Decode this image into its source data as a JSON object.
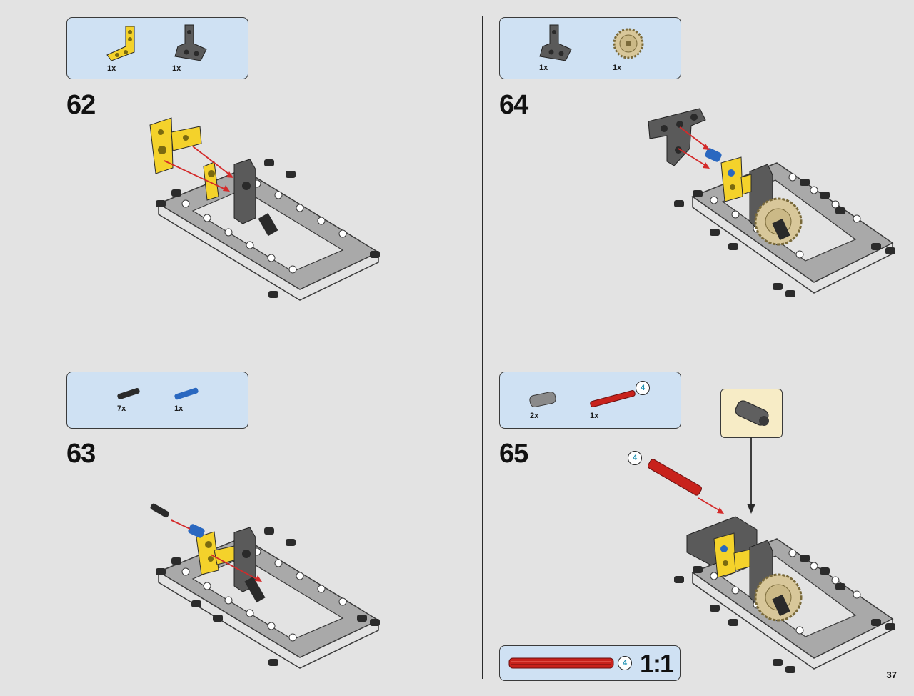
{
  "page_number": "37",
  "steps": [
    {
      "number": "62",
      "parts": [
        {
          "name": "yellow-l-beam",
          "qty": "1x"
        },
        {
          "name": "dark-grey-t-beam",
          "qty": "1x"
        }
      ]
    },
    {
      "number": "63",
      "parts": [
        {
          "name": "black-pin",
          "qty": "7x"
        },
        {
          "name": "blue-pin",
          "qty": "1x"
        }
      ]
    },
    {
      "number": "64",
      "parts": [
        {
          "name": "dark-grey-t-beam",
          "qty": "1x"
        },
        {
          "name": "tan-gear",
          "qty": "1x"
        }
      ]
    },
    {
      "number": "65",
      "parts": [
        {
          "name": "grey-bush",
          "qty": "2x"
        },
        {
          "name": "red-axle",
          "qty": "1x",
          "length": "4"
        }
      ]
    }
  ],
  "axle_callout": "4",
  "scale": {
    "axle_length": "4",
    "label": "1:1"
  },
  "colors": {
    "yellow": "#f4d22b",
    "dark_grey": "#5a5a5a",
    "light_grey": "#a9a9a9",
    "tan": "#d8c79a",
    "blue": "#2a68c0",
    "red": "#c8221c",
    "arrow": "#d42a2a",
    "parts_box": "#cfe1f3"
  }
}
